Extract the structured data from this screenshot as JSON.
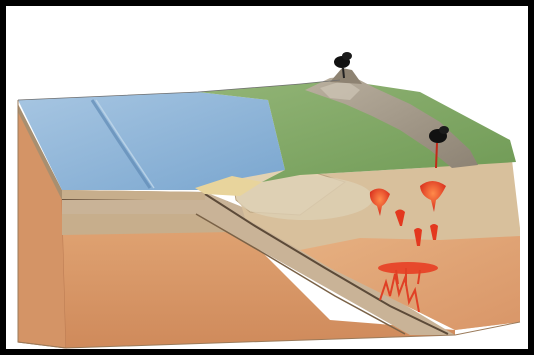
{
  "diagram": {
    "type": "block-diagram",
    "subject": "oceanic-continental-convergence",
    "labels": [],
    "colors": {
      "background": "#000000",
      "frame": "#ffffff",
      "ocean_surface": "#8fb6d8",
      "ocean_deep": "#6f9cc7",
      "continent_vegetation": "#7fa561",
      "volcanic_rock": "#a59a89",
      "sediment": "#dcc7a0",
      "mantle": "#d9996a",
      "oceanic_plate": "#c3ae93",
      "magma": "#e8381f"
    },
    "features": [
      "ocean-surface",
      "trench",
      "subducting-oceanic-plate",
      "continental-crust",
      "mountain-range",
      "erupting-volcano-summit",
      "erupting-volcano-east",
      "magma-chambers",
      "partial-melt-zone"
    ]
  }
}
